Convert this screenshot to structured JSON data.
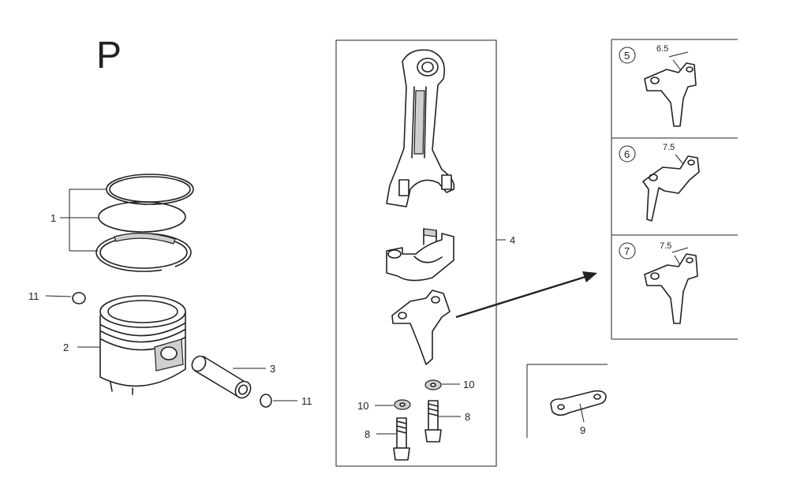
{
  "section_letter": "P",
  "callouts": {
    "c1": "1",
    "c2": "2",
    "c3": "3",
    "c4": "4",
    "c5": "5",
    "c6": "6",
    "c7": "7",
    "c8a": "8",
    "c8b": "8",
    "c9": "9",
    "c10a": "10",
    "c10b": "10",
    "c11a": "11",
    "c11b": "11"
  },
  "dimensions": {
    "d5": "6.5",
    "d6": "7.5",
    "d7": "7.5"
  }
}
